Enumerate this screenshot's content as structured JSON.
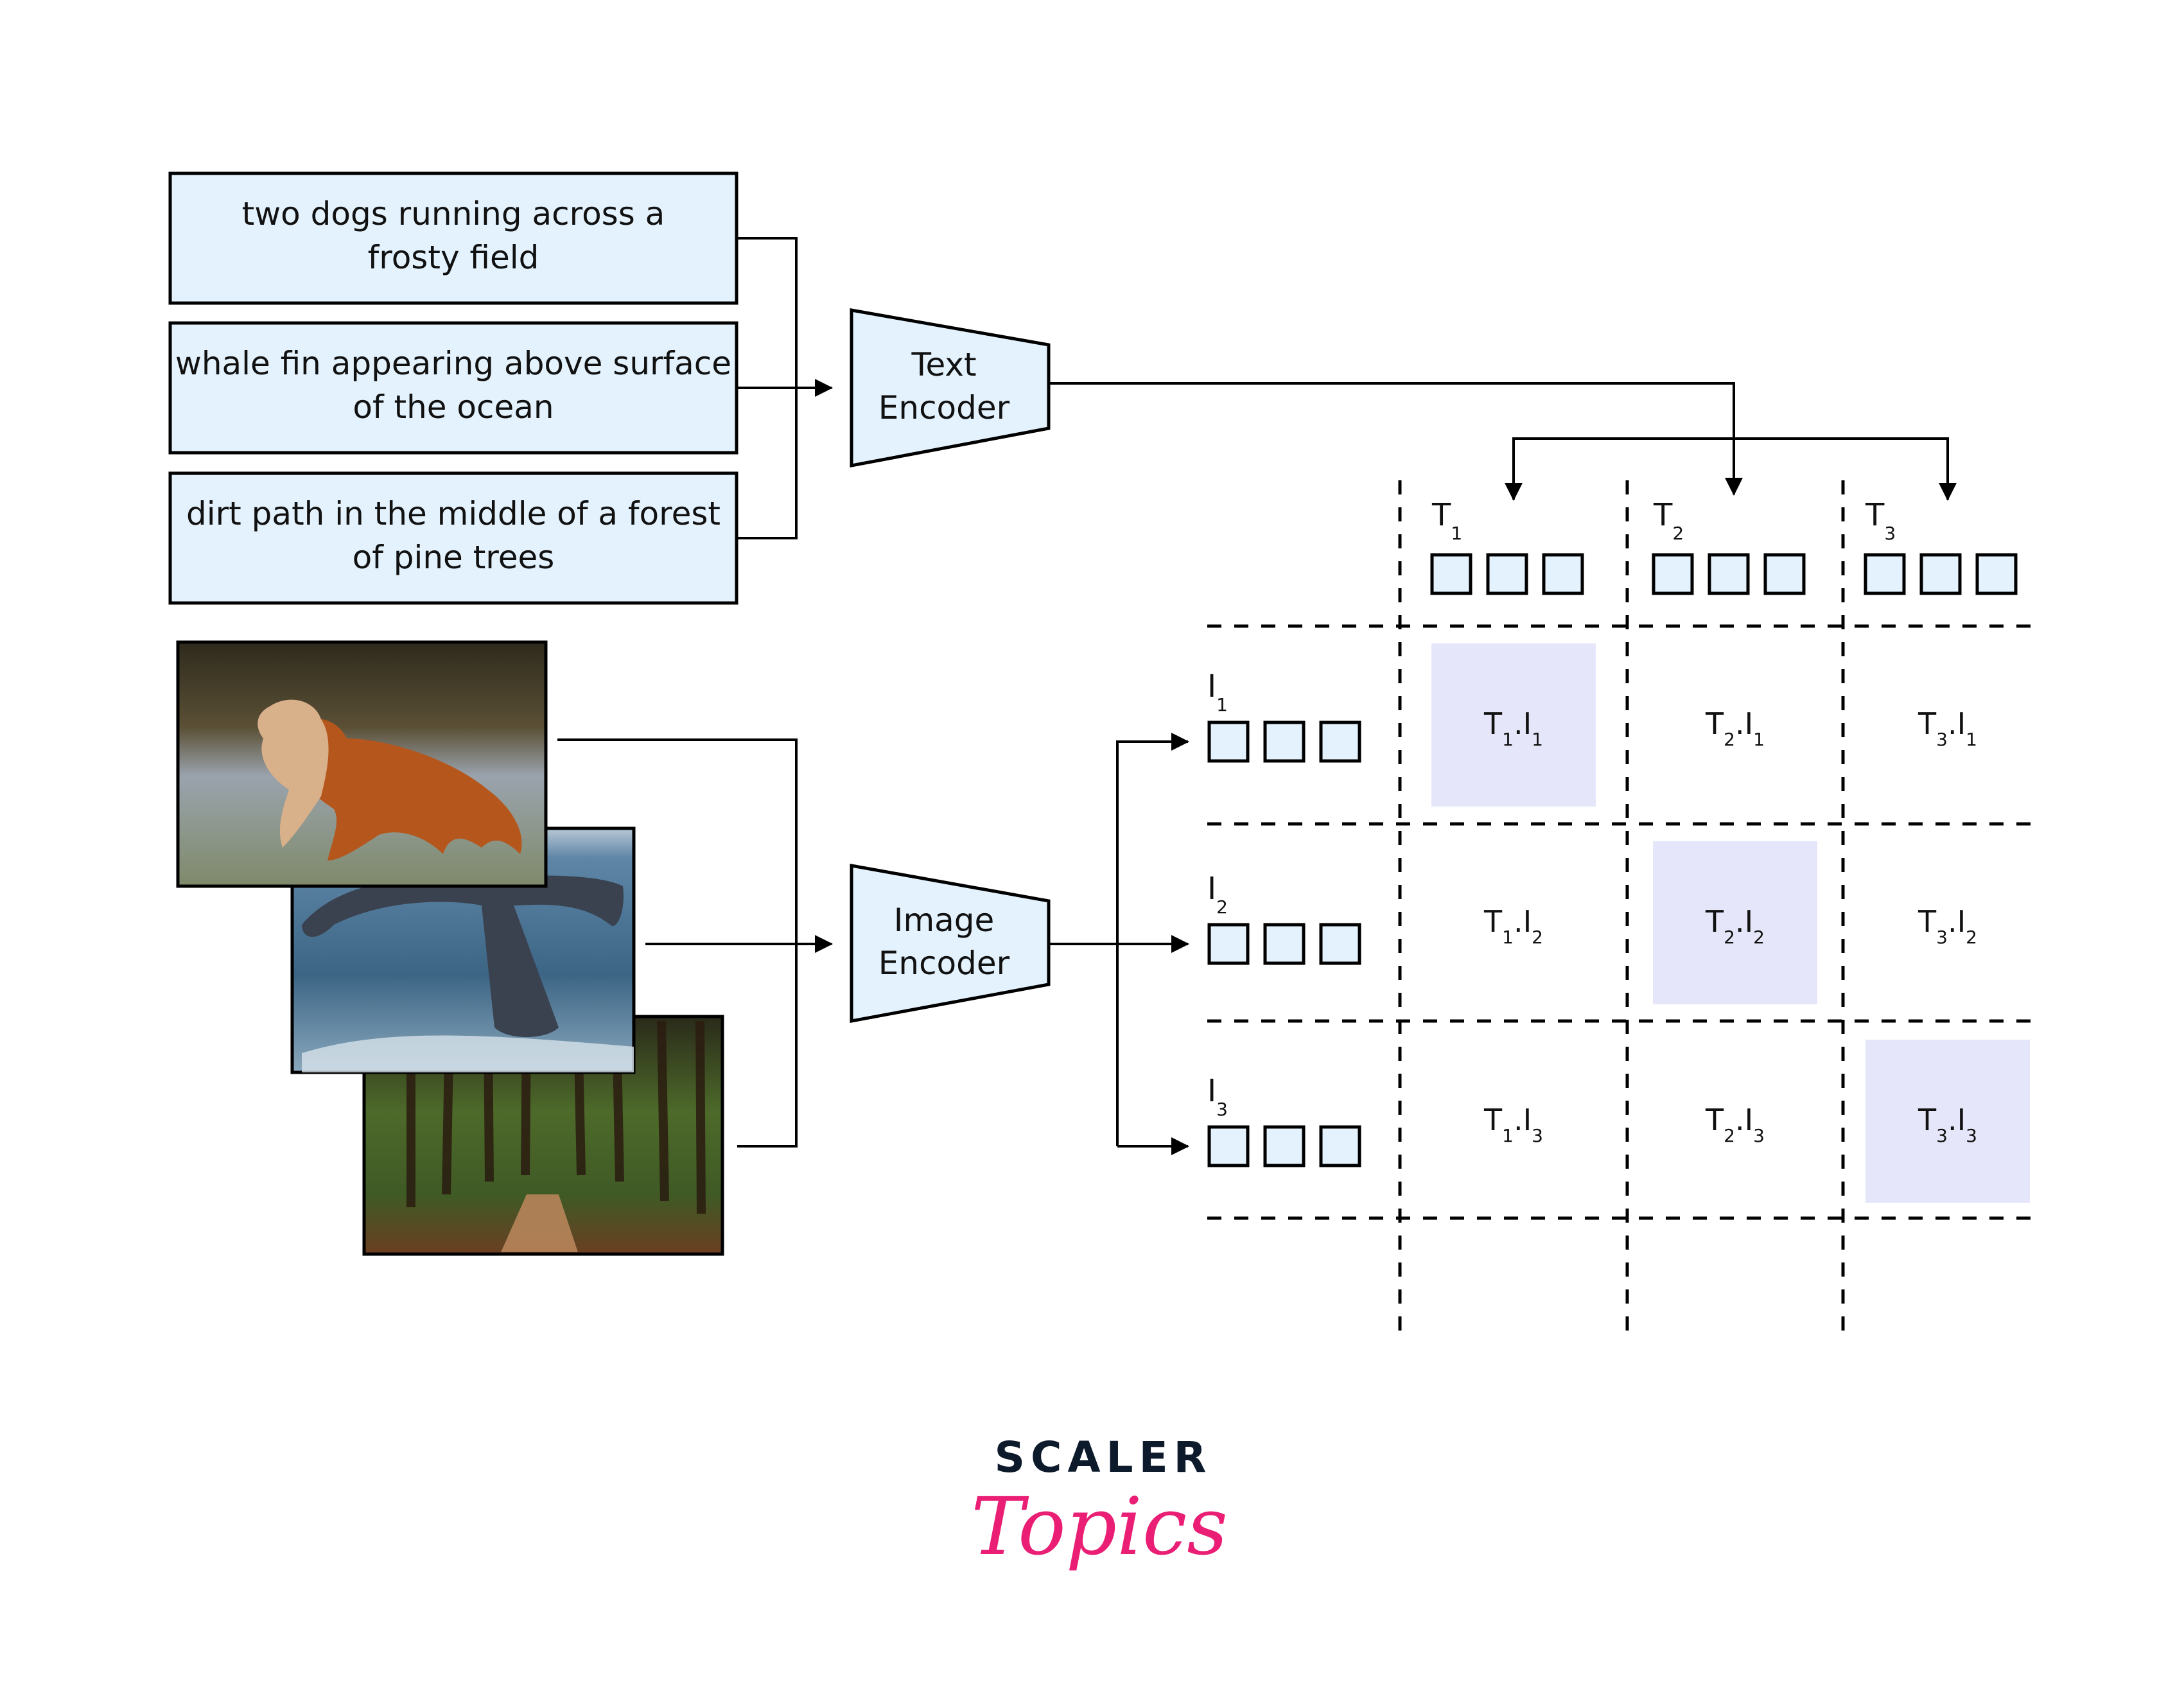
{
  "captions": [
    {
      "line1": "two dogs running across a",
      "line2": "frosty field"
    },
    {
      "line1": "whale fin appearing above surface",
      "line2": "of the ocean"
    },
    {
      "line1": "dirt path in the middle of a forest",
      "line2": "of pine trees"
    }
  ],
  "text_encoder": {
    "line1": "Text",
    "line2": "Encoder"
  },
  "image_encoder": {
    "line1": "Image",
    "line2": "Encoder"
  },
  "images": [
    {
      "subject": "two dogs running on frosty field"
    },
    {
      "subject": "whale tail above ocean surface"
    },
    {
      "subject": "forest dirt path with pine trees"
    }
  ],
  "text_embeddings": [
    {
      "base": "T",
      "sub": "1"
    },
    {
      "base": "T",
      "sub": "2"
    },
    {
      "base": "T",
      "sub": "3"
    }
  ],
  "image_embeddings": [
    {
      "base": "I",
      "sub": "1"
    },
    {
      "base": "I",
      "sub": "2"
    },
    {
      "base": "I",
      "sub": "3"
    }
  ],
  "matrix": {
    "rows": [
      [
        {
          "t": "1",
          "i": "1",
          "highlight": true
        },
        {
          "t": "2",
          "i": "1",
          "highlight": false
        },
        {
          "t": "3",
          "i": "1",
          "highlight": false
        }
      ],
      [
        {
          "t": "1",
          "i": "2",
          "highlight": false
        },
        {
          "t": "2",
          "i": "2",
          "highlight": true
        },
        {
          "t": "3",
          "i": "2",
          "highlight": false
        }
      ],
      [
        {
          "t": "1",
          "i": "3",
          "highlight": false
        },
        {
          "t": "2",
          "i": "3",
          "highlight": false
        },
        {
          "t": "3",
          "i": "3",
          "highlight": true
        }
      ]
    ],
    "separator": "."
  },
  "colors": {
    "box_fill": "#e3f2fd",
    "highlight_fill": "#e6e6fa",
    "line": "#000000",
    "logo_dark": "#0c1a2c",
    "logo_pink": "#e91e74"
  },
  "logo": {
    "top": "SCALER",
    "bottom": "Topics"
  }
}
